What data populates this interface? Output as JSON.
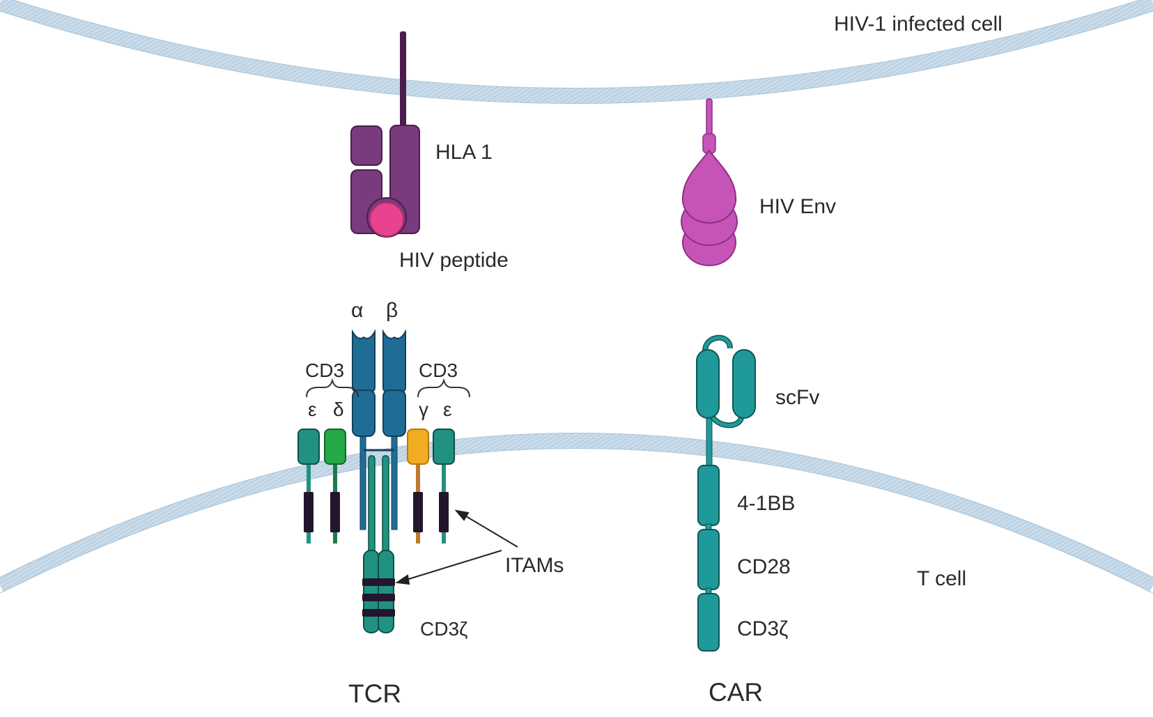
{
  "labels": {
    "infected_cell": "HIV-1 infected cell",
    "t_cell": "T cell",
    "hla": "HLA 1",
    "hiv_peptide": "HIV peptide",
    "hiv_env": "HIV Env",
    "alpha": "α",
    "beta": "β",
    "cd3_left": "CD3",
    "cd3_right": "CD3",
    "epsilon_left": "ε",
    "delta": "δ",
    "gamma": "γ",
    "epsilon_right": "ε",
    "itams": "ITAMs",
    "cd3zeta_tcr": "CD3ζ",
    "tcr": "TCR",
    "scfv": "scFv",
    "bb41": "4-1BB",
    "cd28": "CD28",
    "cd3zeta_car": "CD3ζ",
    "car": "CAR"
  },
  "colors": {
    "membrane": "#c9dbe9",
    "hla": "#7a3a7e",
    "peptide": "#e8438f",
    "env": "#c654b7",
    "tcr_chain": "#1f6d96",
    "cd3_epsilon": "#219282",
    "cd3_delta": "#25a846",
    "cd3_gamma": "#f2ac22",
    "car": "#20999a",
    "itam": "#23162c"
  }
}
